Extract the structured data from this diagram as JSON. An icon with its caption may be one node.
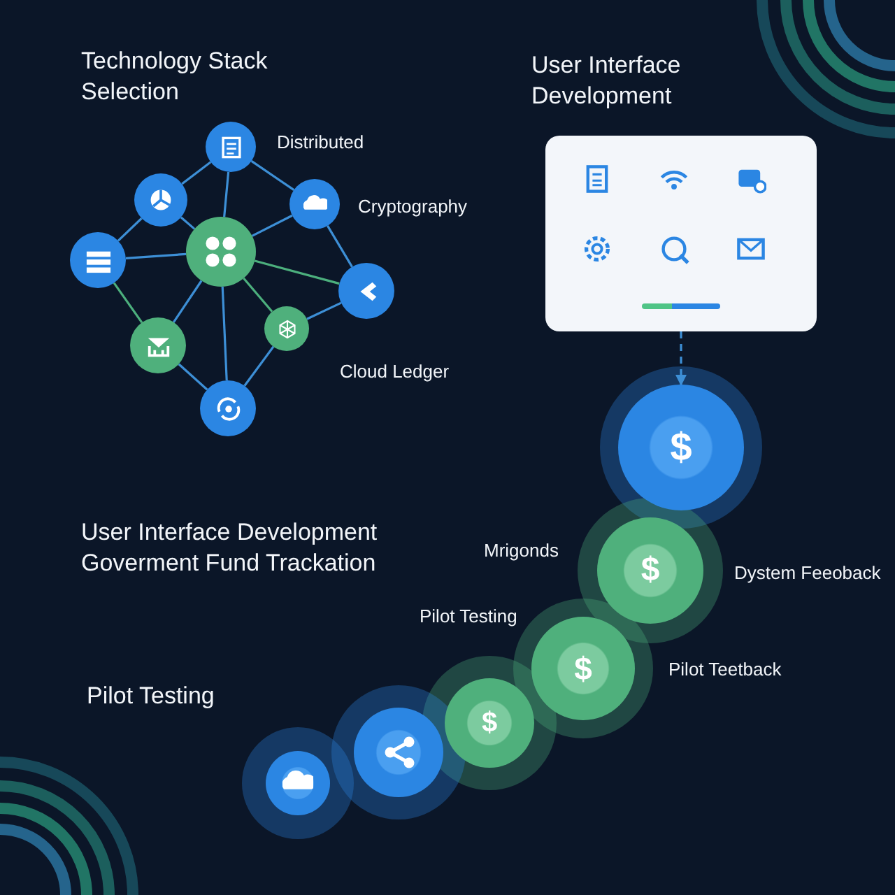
{
  "diagram": {
    "nodes": [
      {
        "text": [],
        "shape": "circle"
      },
      {
        "text": [],
        "shape": "circle"
      },
      {
        "text": [],
        "shape": "circle"
      },
      {
        "text": [],
        "shape": "circle"
      },
      {
        "text": [],
        "shape": "circle"
      },
      {
        "text": [],
        "shape": "circle"
      },
      {
        "text": [],
        "shape": "circle"
      },
      {
        "text": [],
        "shape": "circle"
      },
      {
        "text": [],
        "shape": "circle"
      },
      {
        "text": [],
        "shape": "box"
      },
      {
        "text": [
          "$"
        ]
      },
      {
        "text": [
          "$"
        ]
      },
      {
        "text": [
          "$"
        ]
      },
      {
        "text": [
          "$"
        ]
      },
      {
        "text": [],
        "shape": "circle"
      },
      {
        "text": [],
        "shape": "circle"
      }
    ],
    "edges": [
      {
        "from": 0,
        "to": 1,
        "arrow": "none"
      },
      {
        "from": 0,
        "to": 4,
        "arrow": "none"
      },
      {
        "from": 0,
        "to": 2,
        "arrow": "none"
      },
      {
        "from": 1,
        "to": 4,
        "arrow": "none"
      },
      {
        "from": 1,
        "to": 3,
        "arrow": "none"
      },
      {
        "from": 3,
        "to": 4,
        "arrow": "none"
      },
      {
        "from": 2,
        "to": 4,
        "arrow": "none"
      },
      {
        "from": 2,
        "to": 5,
        "arrow": "none"
      },
      {
        "from": 4,
        "to": 5,
        "arrow": "none",
        "color": "#4caf7d"
      },
      {
        "from": 3,
        "to": 7,
        "arrow": "none",
        "color": "#4caf7d"
      },
      {
        "from": 4,
        "to": 7,
        "arrow": "none"
      },
      {
        "from": 4,
        "to": 6,
        "arrow": "none",
        "color": "#4caf7d"
      },
      {
        "from": 4,
        "to": 8,
        "arrow": "none"
      },
      {
        "from": 6,
        "to": 5,
        "arrow": "none"
      },
      {
        "from": 7,
        "to": 8,
        "arrow": "none"
      },
      {
        "from": 6,
        "to": 8,
        "arrow": "none"
      },
      {
        "from": 9,
        "to": 10,
        "arrow": "to",
        "style": "dashed"
      }
    ],
    "labels": [
      "Technology Stack Selection",
      "User Interface Development",
      "Distributed",
      "Cryptography",
      "Cloud Ledger",
      "User Interface Development Goverment Fund Trackation",
      "Mrigonds",
      "Dystem Feeoback",
      "Pilot Testing",
      "Pilot Teetback",
      "Pilot Testing"
    ]
  }
}
